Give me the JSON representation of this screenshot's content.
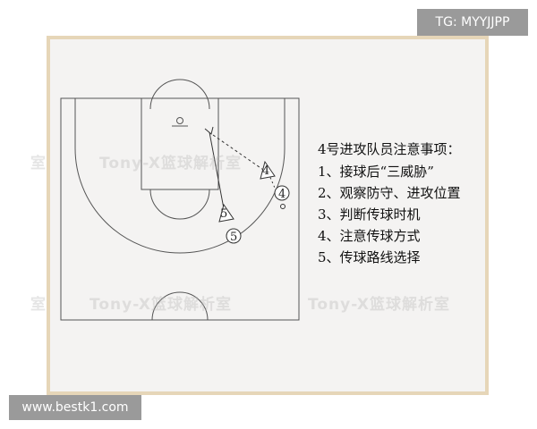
{
  "badges": {
    "tg": "TG: MYYJJPP",
    "site": "www.bestk1.com"
  },
  "watermark": "Tony-X篮球解析室",
  "players": {
    "p4": "4",
    "p5": "5"
  },
  "notes": {
    "title": "4号进攻队员注意事项：",
    "items": [
      "1、接球后“三威胁”",
      "2、观察防守、进攻位置",
      "3、判断传球时机",
      "4、注意传球方式",
      "5、传球路线选择"
    ]
  }
}
